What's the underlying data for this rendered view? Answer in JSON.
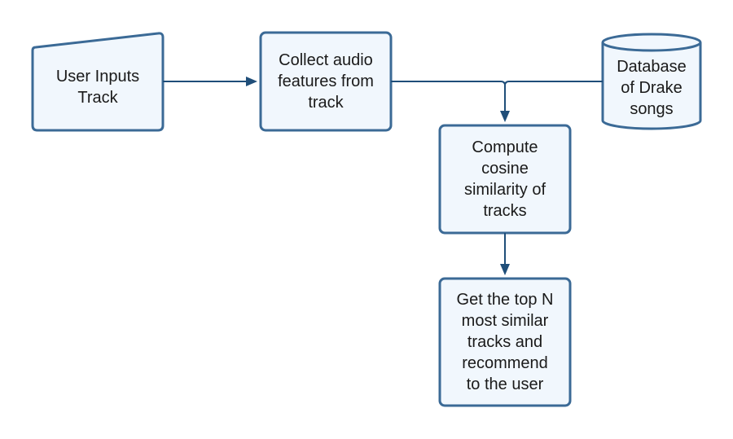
{
  "nodes": {
    "user_input": {
      "label": "User Inputs\nTrack"
    },
    "collect_features": {
      "label": "Collect audio\nfeatures from\ntrack"
    },
    "database": {
      "label": "Database\nof Drake\nsongs"
    },
    "cosine_similarity": {
      "label": "Compute\ncosine\nsimilarity of\ntracks"
    },
    "top_n": {
      "label": "Get the top N\nmost similar\ntracks and\nrecommend\nto the user"
    }
  },
  "colors": {
    "node_fill": "#f1f7fd",
    "node_border": "#3b6a96",
    "connector": "#1f4e79",
    "text": "#1a1a1a"
  }
}
